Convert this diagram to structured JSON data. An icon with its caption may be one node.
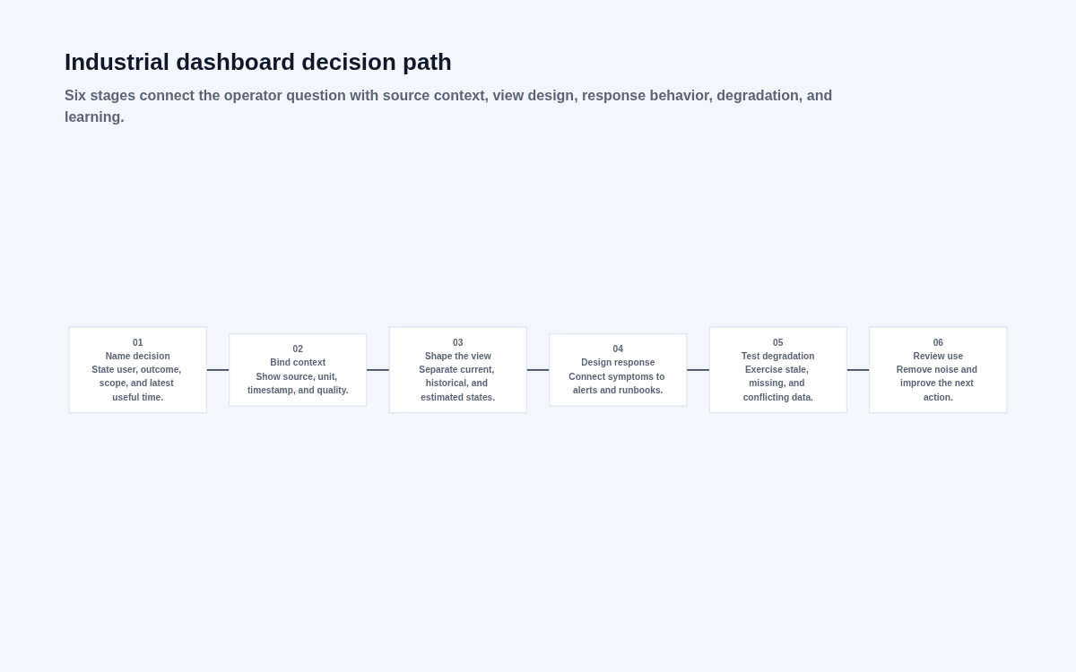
{
  "diagram": {
    "title": "Industrial dashboard decision path",
    "caption": "Six stages connect the operator question with source context, view design, response behavior, degradation, and learning.",
    "nodes": [
      {
        "text": [
          "01",
          "Name decision",
          "State user, outcome, scope, and latest useful time."
        ]
      },
      {
        "text": [
          "02",
          "Bind context",
          "Show source, unit, timestamp, and quality."
        ]
      },
      {
        "text": [
          "03",
          "Shape the view",
          "Separate current, historical, and estimated states."
        ]
      },
      {
        "text": [
          "04",
          "Design response",
          "Connect symptoms to alerts and runbooks."
        ]
      },
      {
        "text": [
          "05",
          "Test degradation",
          "Exercise stale, missing, and conflicting data."
        ]
      },
      {
        "text": [
          "06",
          "Review use",
          "Remove noise and improve the next action."
        ]
      }
    ],
    "edges": [
      {
        "from": 0,
        "to": 1,
        "arrow": "none"
      },
      {
        "from": 1,
        "to": 2,
        "arrow": "none"
      },
      {
        "from": 2,
        "to": 3,
        "arrow": "none"
      },
      {
        "from": 3,
        "to": 4,
        "arrow": "none"
      },
      {
        "from": 4,
        "to": 5,
        "arrow": "none"
      }
    ]
  }
}
